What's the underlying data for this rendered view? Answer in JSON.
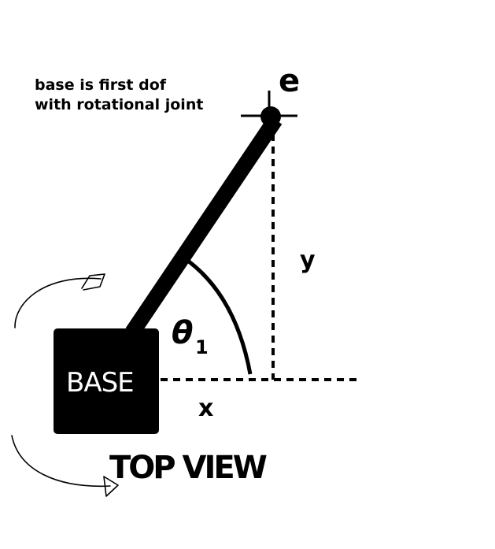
{
  "note": {
    "line1": "base is first dof",
    "line2": "with rotational joint"
  },
  "labels": {
    "end_effector": "e",
    "y": "y",
    "x": "x",
    "theta_symbol": "θ",
    "theta_subscript": "1",
    "base": "BASE",
    "view": "TOP VIEW"
  },
  "colors": {
    "ink": "#000000",
    "background": "#ffffff",
    "base_text": "#ffffff"
  }
}
